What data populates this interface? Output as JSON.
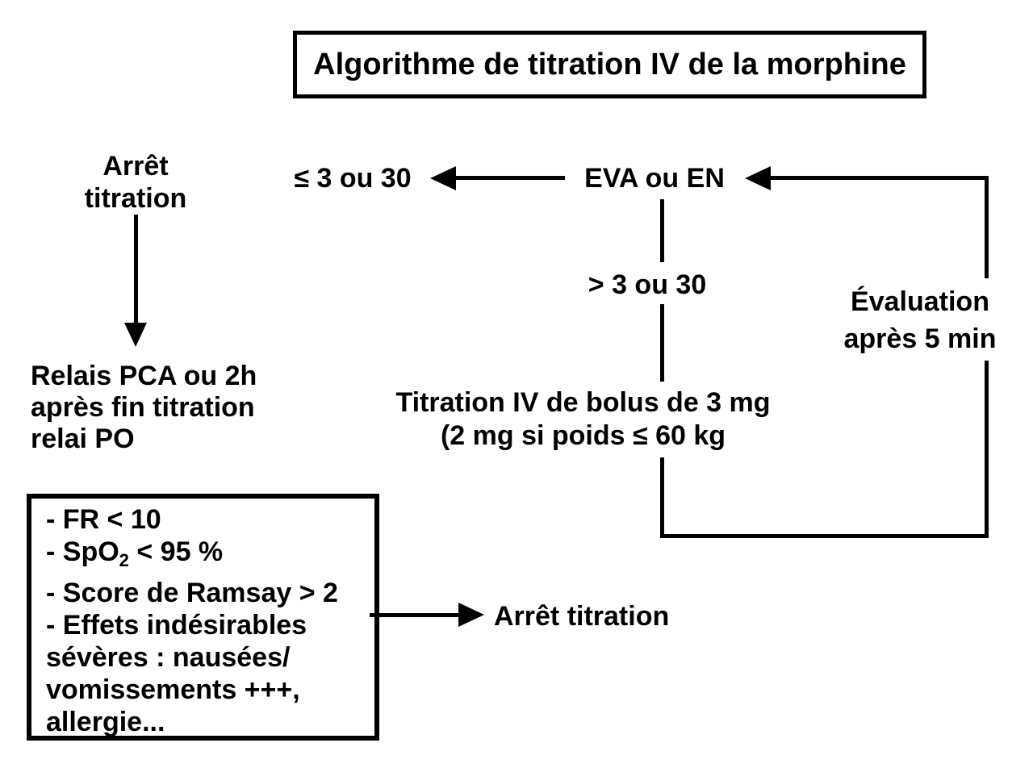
{
  "colors": {
    "ink": "#000000",
    "paper": "#ffffff"
  },
  "title": "Algorithme de titration IV de la morphine",
  "flowchart": {
    "stop_top": {
      "line1": "Arrêt",
      "line2": "titration"
    },
    "relay": {
      "line1": "Relais PCA ou 2h",
      "line2": "après fin titration",
      "line3": "relai PO"
    },
    "pain_low": "≤ 3 ou 30",
    "assessment": "EVA ou EN",
    "pain_high": "> 3 ou 30",
    "reassessment": {
      "line1": "Évaluation",
      "line2": "après 5 min"
    },
    "bolus": {
      "line1": "Titration IV de bolus de 3 mg",
      "line2": "(2 mg si poids ≤ 60 kg"
    },
    "criteria": {
      "line1": "- FR < 10",
      "line2": {
        "pre": "- SpO",
        "sub": "2",
        "post": " < 95 %"
      },
      "line3": "- Score de Ramsay > 2",
      "line4": "- Effets indésirables",
      "line5": "sévères : nausées/",
      "line6": "vomissements +++,",
      "line7": "allergie..."
    },
    "stop_bottom": "Arrêt titration"
  }
}
